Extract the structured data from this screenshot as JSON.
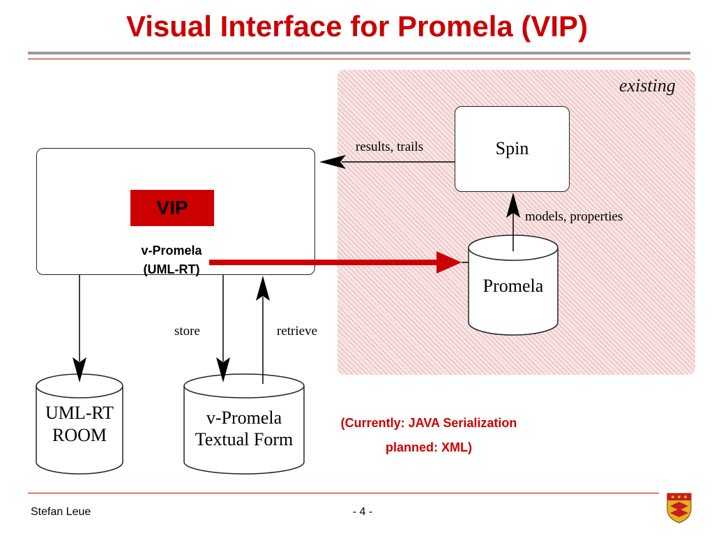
{
  "slide": {
    "title": "Visual Interface for Promela (VIP)",
    "region_label": "existing",
    "vip_badge": "VIP",
    "vip_subtitle_line1": "v-Promela",
    "vip_subtitle_line2": "(UML-RT)",
    "spin_label": "Spin",
    "promela_label": "Promela",
    "umlrt_store_line1": "UML-RT",
    "umlrt_store_line2": "ROOM",
    "vpromela_store_line1": "v-Promela",
    "vpromela_store_line2": "Textual Form",
    "edge_results": "results, trails",
    "edge_models": "models, properties",
    "edge_store": "store",
    "edge_retrieve": "retrieve",
    "note_line1": "(Currently: JAVA Serialization",
    "note_line2": "planned: XML)"
  },
  "footer": {
    "author": "Stefan Leue",
    "page": "- 4 -"
  },
  "colors": {
    "accent_red": "#cc0000",
    "region_fill": "#f9e4e4",
    "rule_gray": "#9a9a9a"
  }
}
